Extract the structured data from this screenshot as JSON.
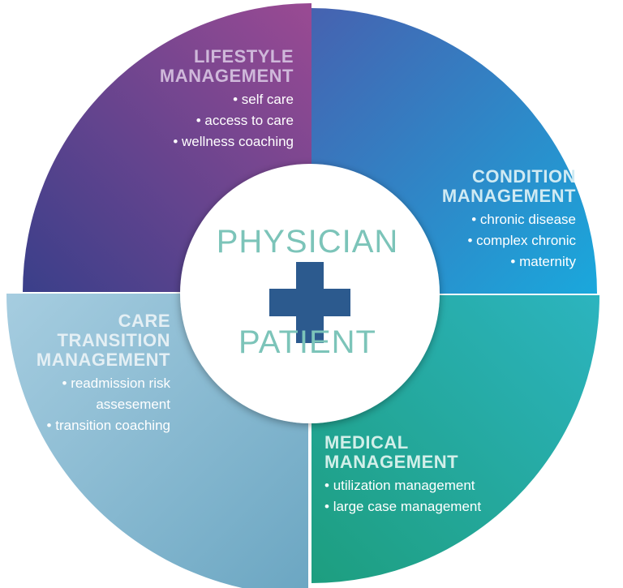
{
  "colors": {
    "lifestyle_start": "#9a4a93",
    "lifestyle_end": "#3a3f8a",
    "condition_start": "#4662b0",
    "condition_end": "#1aa8dc",
    "care_start": "#a6cde0",
    "care_end": "#6ba6c2",
    "medical_start": "#2cb4bf",
    "medical_end": "#1d9e7f",
    "center_circle": "#ffffff",
    "center_text": "#7cc4b9",
    "plus": "#2c5a8e"
  },
  "center": {
    "top_text": "PHYSICIAN",
    "bottom_text": "PATIENT",
    "plus_icon": "plus-icon"
  },
  "segments": {
    "lifestyle": {
      "title_line1": "LIFESTYLE",
      "title_line2": "MANAGEMENT",
      "items": [
        "self care",
        "access to care",
        "wellness coaching"
      ]
    },
    "condition": {
      "title_line1": "CONDITION",
      "title_line2": "MANAGEMENT",
      "items": [
        "chronic disease",
        "complex chronic",
        "maternity"
      ]
    },
    "care_transition": {
      "title_line1": "CARE",
      "title_line2": "TRANSITION",
      "title_line3": "MANAGEMENT",
      "items": [
        "readmission risk assesement",
        "transition coaching"
      ]
    },
    "medical": {
      "title_line1": "MEDICAL",
      "title_line2": "MANAGEMENT",
      "items": [
        "utilization management",
        "large case management"
      ]
    }
  }
}
